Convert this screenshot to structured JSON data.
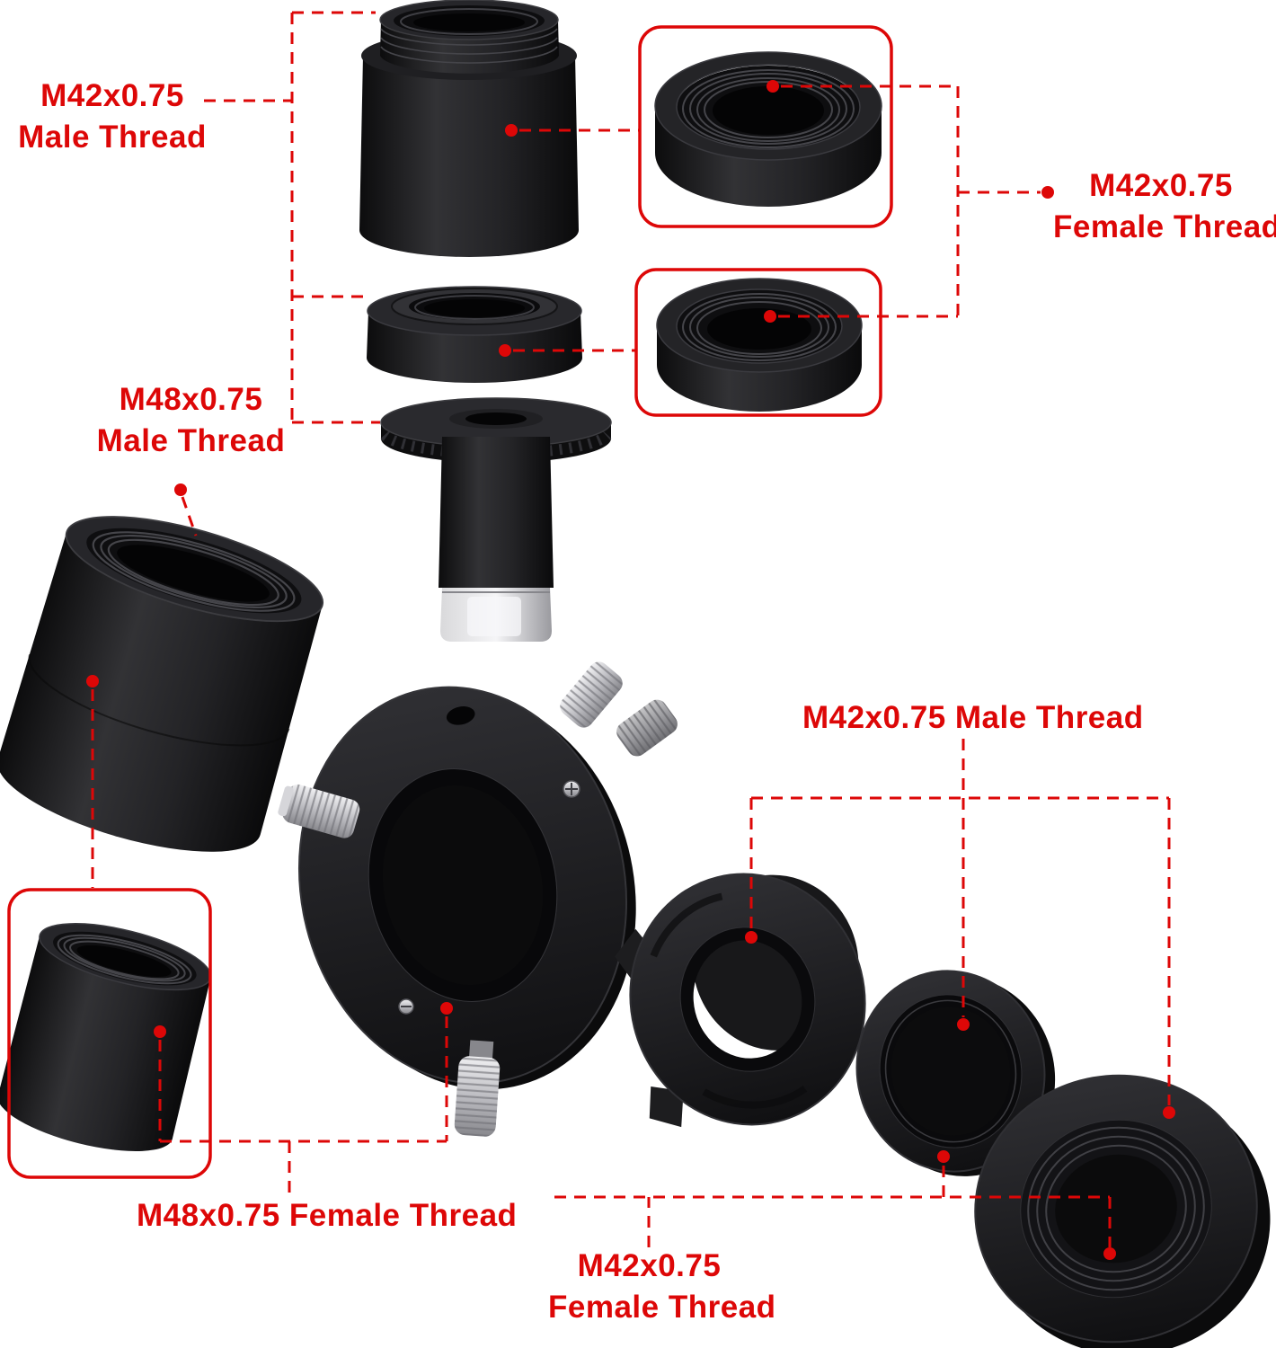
{
  "diagram": {
    "labels": {
      "top_left": {
        "line1": "M42x0.75",
        "line2": "Male Thread"
      },
      "top_right": {
        "line1": "M42x0.75",
        "line2": "Female Thread"
      },
      "mid_left": {
        "line1": "M48x0.75",
        "line2": "Male Thread"
      },
      "mid_right": {
        "text": "M42x0.75 Male Thread"
      },
      "bottom_left": {
        "text": "M48x0.75 Female Thread"
      },
      "bottom_center": {
        "line1": "M42x0.75",
        "line2": "Female Thread"
      }
    },
    "colors": {
      "annotation_red": "#dd0707",
      "part_black": "#1b1b1d",
      "metal_silver": "#c4c4c9",
      "background": "#ffffff"
    },
    "parts": [
      "m42-extension-tube",
      "m42-female-thread-ring-upper",
      "m42-adapter-ring",
      "m42-female-thread-ring-lower",
      "t2-1-25-inch-nosepiece",
      "m48-2-inch-barrel",
      "m48-female-thread-barrel",
      "guide-ring-with-thumbscrews",
      "t-mount-flange-adapter",
      "m42-thin-ring",
      "m42-step-ring"
    ]
  }
}
